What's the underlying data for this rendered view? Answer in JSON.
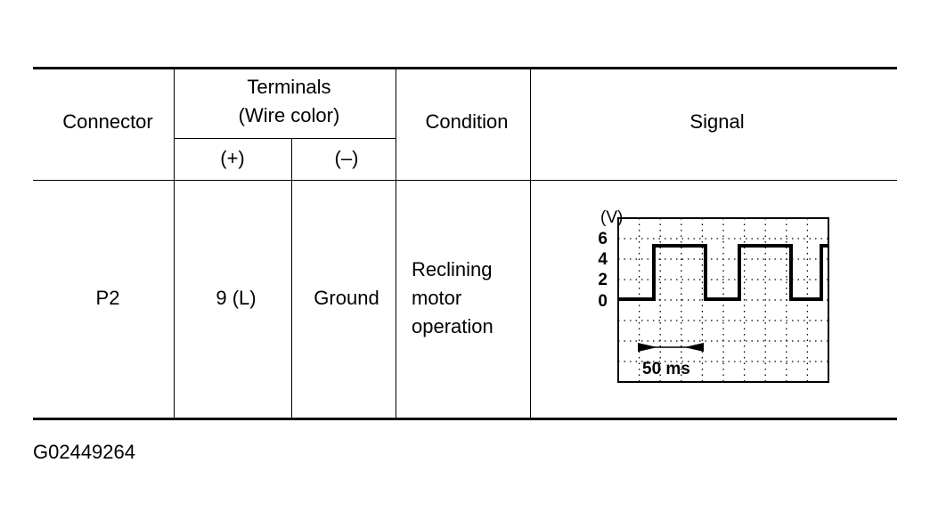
{
  "table": {
    "headers": {
      "connector": "Connector",
      "terminals_line1": "Terminals",
      "terminals_line2": "(Wire color)",
      "plus": "(+)",
      "minus": "(–)",
      "condition": "Condition",
      "signal": "Signal"
    },
    "row": {
      "connector": "P2",
      "plus": "9 (L)",
      "minus": "Ground",
      "condition_line1": "Reclining",
      "condition_line2": "motor",
      "condition_line3": "operation"
    }
  },
  "signal_plot": {
    "unit_label": "(V)",
    "y_ticks": [
      "6",
      "4",
      "2",
      "0"
    ],
    "time_scale_label": "50 ms",
    "waveform": {
      "type": "square",
      "low_volts": 0,
      "high_volts": 5
    }
  },
  "figure_id": "G02449264"
}
